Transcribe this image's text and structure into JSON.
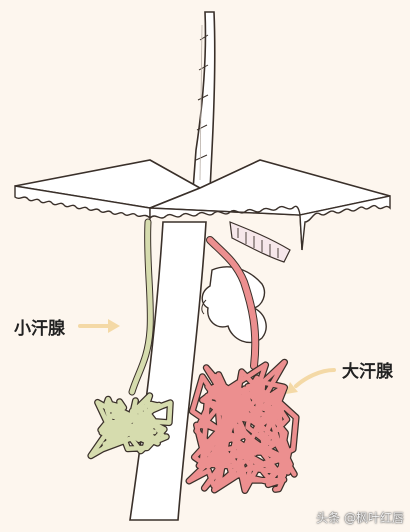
{
  "labels": {
    "small_gland": "小汗腺",
    "large_gland": "大汗腺"
  },
  "watermark": "头条 @枫叶红唇",
  "colors": {
    "background": "#fdf6ee",
    "skin_fill": "#ffffff",
    "outline": "#3a302a",
    "small_gland": "#d6dcae",
    "large_gland": "#ec8f8f",
    "large_gland_dark": "#c85a5a",
    "arrow": "#f4d9a6"
  },
  "icons": [
    "arrow-right-icon",
    "arrow-left-icon"
  ]
}
